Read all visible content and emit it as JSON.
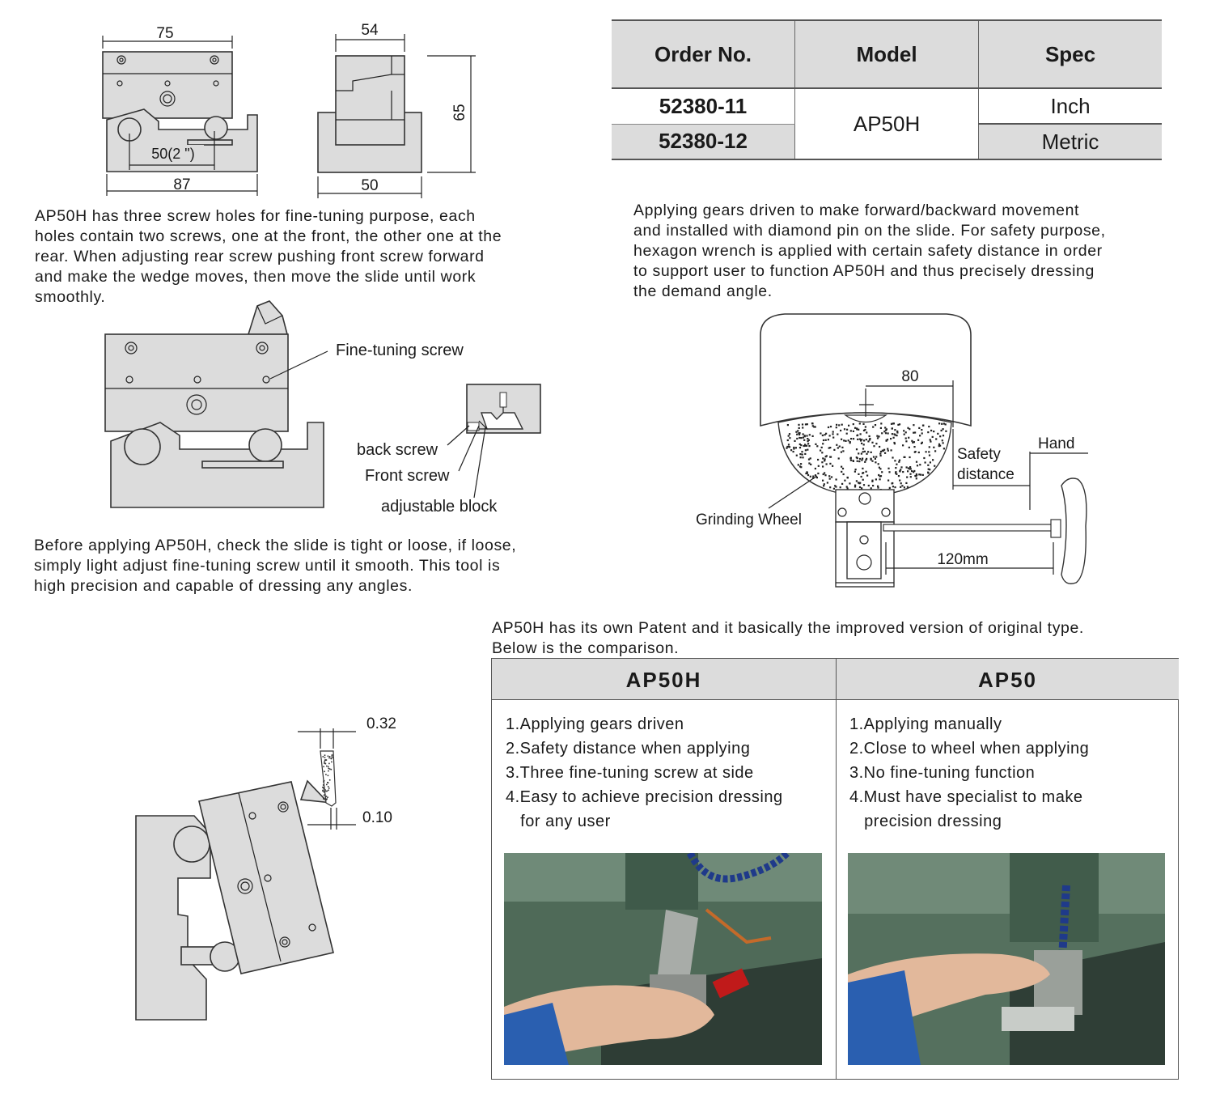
{
  "dimensions": {
    "top_width": "75",
    "pitch": "50(2 \")",
    "base_width": "87",
    "side_top": "54",
    "side_height": "65",
    "side_base": "50"
  },
  "order_table": {
    "headers": [
      "Order No.",
      "Model",
      "Spec"
    ],
    "rows": [
      {
        "order_no": "52380-11",
        "spec": "Inch"
      },
      {
        "order_no": "52380-12",
        "spec": "Metric"
      }
    ],
    "model": "AP50H"
  },
  "paragraphs": {
    "screw_holes": "AP50H has three screw holes for fine-tuning purpose, each\nholes contain two screws, one at the front, the other one at the\nrear. When adjusting rear screw pushing front screw forward\nand make the wedge moves, then move the slide until work\nsmoothly.",
    "gears": "Applying gears driven to make forward/backward movement\nand installed with diamond pin on the slide. For safety purpose,\nhexagon wrench is applied with certain safety distance in order\nto support user to function AP50H and thus precisely dressing\nthe demand angle.",
    "before_applying": "Before applying AP50H, check the slide is tight or loose, if loose,\nsimply light adjust fine-tuning screw until it smooth. This tool is\nhigh precision and capable of dressing any angles.",
    "patent": "AP50H has its own Patent and it basically the improved version of original type.\nBelow is the comparison."
  },
  "callouts": {
    "fine_tuning": "Fine-tuning screw",
    "back_screw": "back screw",
    "front_screw": "Front screw",
    "adjustable_block": "adjustable block",
    "wheel_offset": "80",
    "safety_distance_1": "Safety",
    "safety_distance_2": "distance",
    "hand": "Hand",
    "grinding_wheel": "Grinding Wheel",
    "handle_length": "120mm",
    "tip_width": "0.32",
    "tip_offset": "0.10"
  },
  "comparison": {
    "left": {
      "title": "AP50H",
      "items": [
        "1.Applying gears driven",
        "2.Safety distance when applying",
        "3.Three fine-tuning screw at side",
        "4.Easy to achieve precision dressing",
        "   for any user"
      ]
    },
    "right": {
      "title": "AP50",
      "items": [
        "1.Applying manually",
        "2.Close to wheel when applying",
        "3.No fine-tuning function",
        "4.Must have specialist to make",
        "   precision dressing"
      ]
    }
  },
  "colors": {
    "part_fill": "#dcdcdc",
    "header_fill": "#dcdcdc",
    "sleeve_blue": "#2a5fb0",
    "machine_green": "#5d7a66"
  }
}
